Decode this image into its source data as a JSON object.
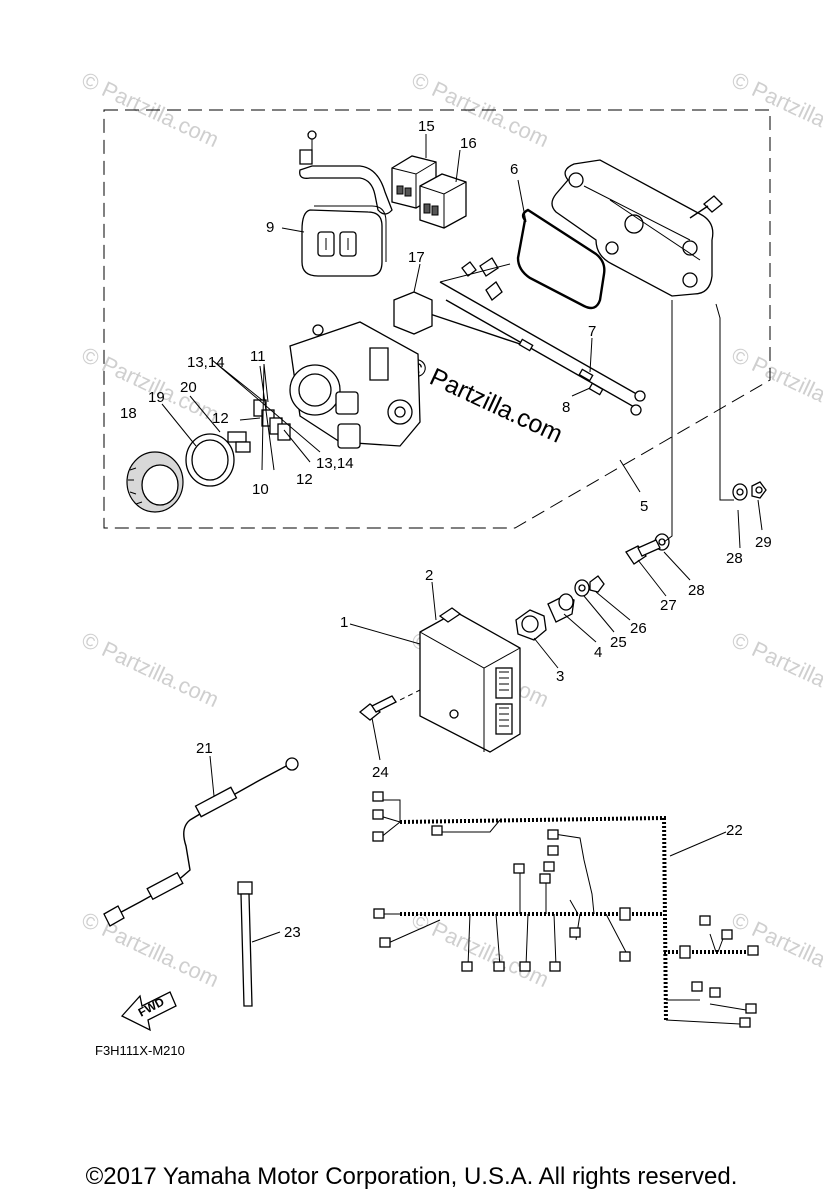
{
  "watermark": {
    "text": "© Partzilla.com",
    "center_text": "© Partzilla.com"
  },
  "callouts": {
    "p1": "1",
    "p2": "2",
    "p3": "3",
    "p4": "4",
    "p5": "5",
    "p6": "6",
    "p7": "7",
    "p8": "8",
    "p9": "9",
    "p10": "10",
    "p11": "11",
    "p12a": "12",
    "p12b": "12",
    "p13_14a": "13,14",
    "p13_14b": "13,14",
    "p15": "15",
    "p16": "16",
    "p17": "17",
    "p18": "18",
    "p19": "19",
    "p20": "20",
    "p21": "21",
    "p22": "22",
    "p23": "23",
    "p24": "24",
    "p25": "25",
    "p26": "26",
    "p27": "27",
    "p28a": "28",
    "p28b": "28",
    "p29": "29"
  },
  "fwd_label": "FWD",
  "diagram_code": "F3H111X-M210",
  "copyright": "©2017  Yamaha Motor Corporation, U.S.A. All rights reserved."
}
